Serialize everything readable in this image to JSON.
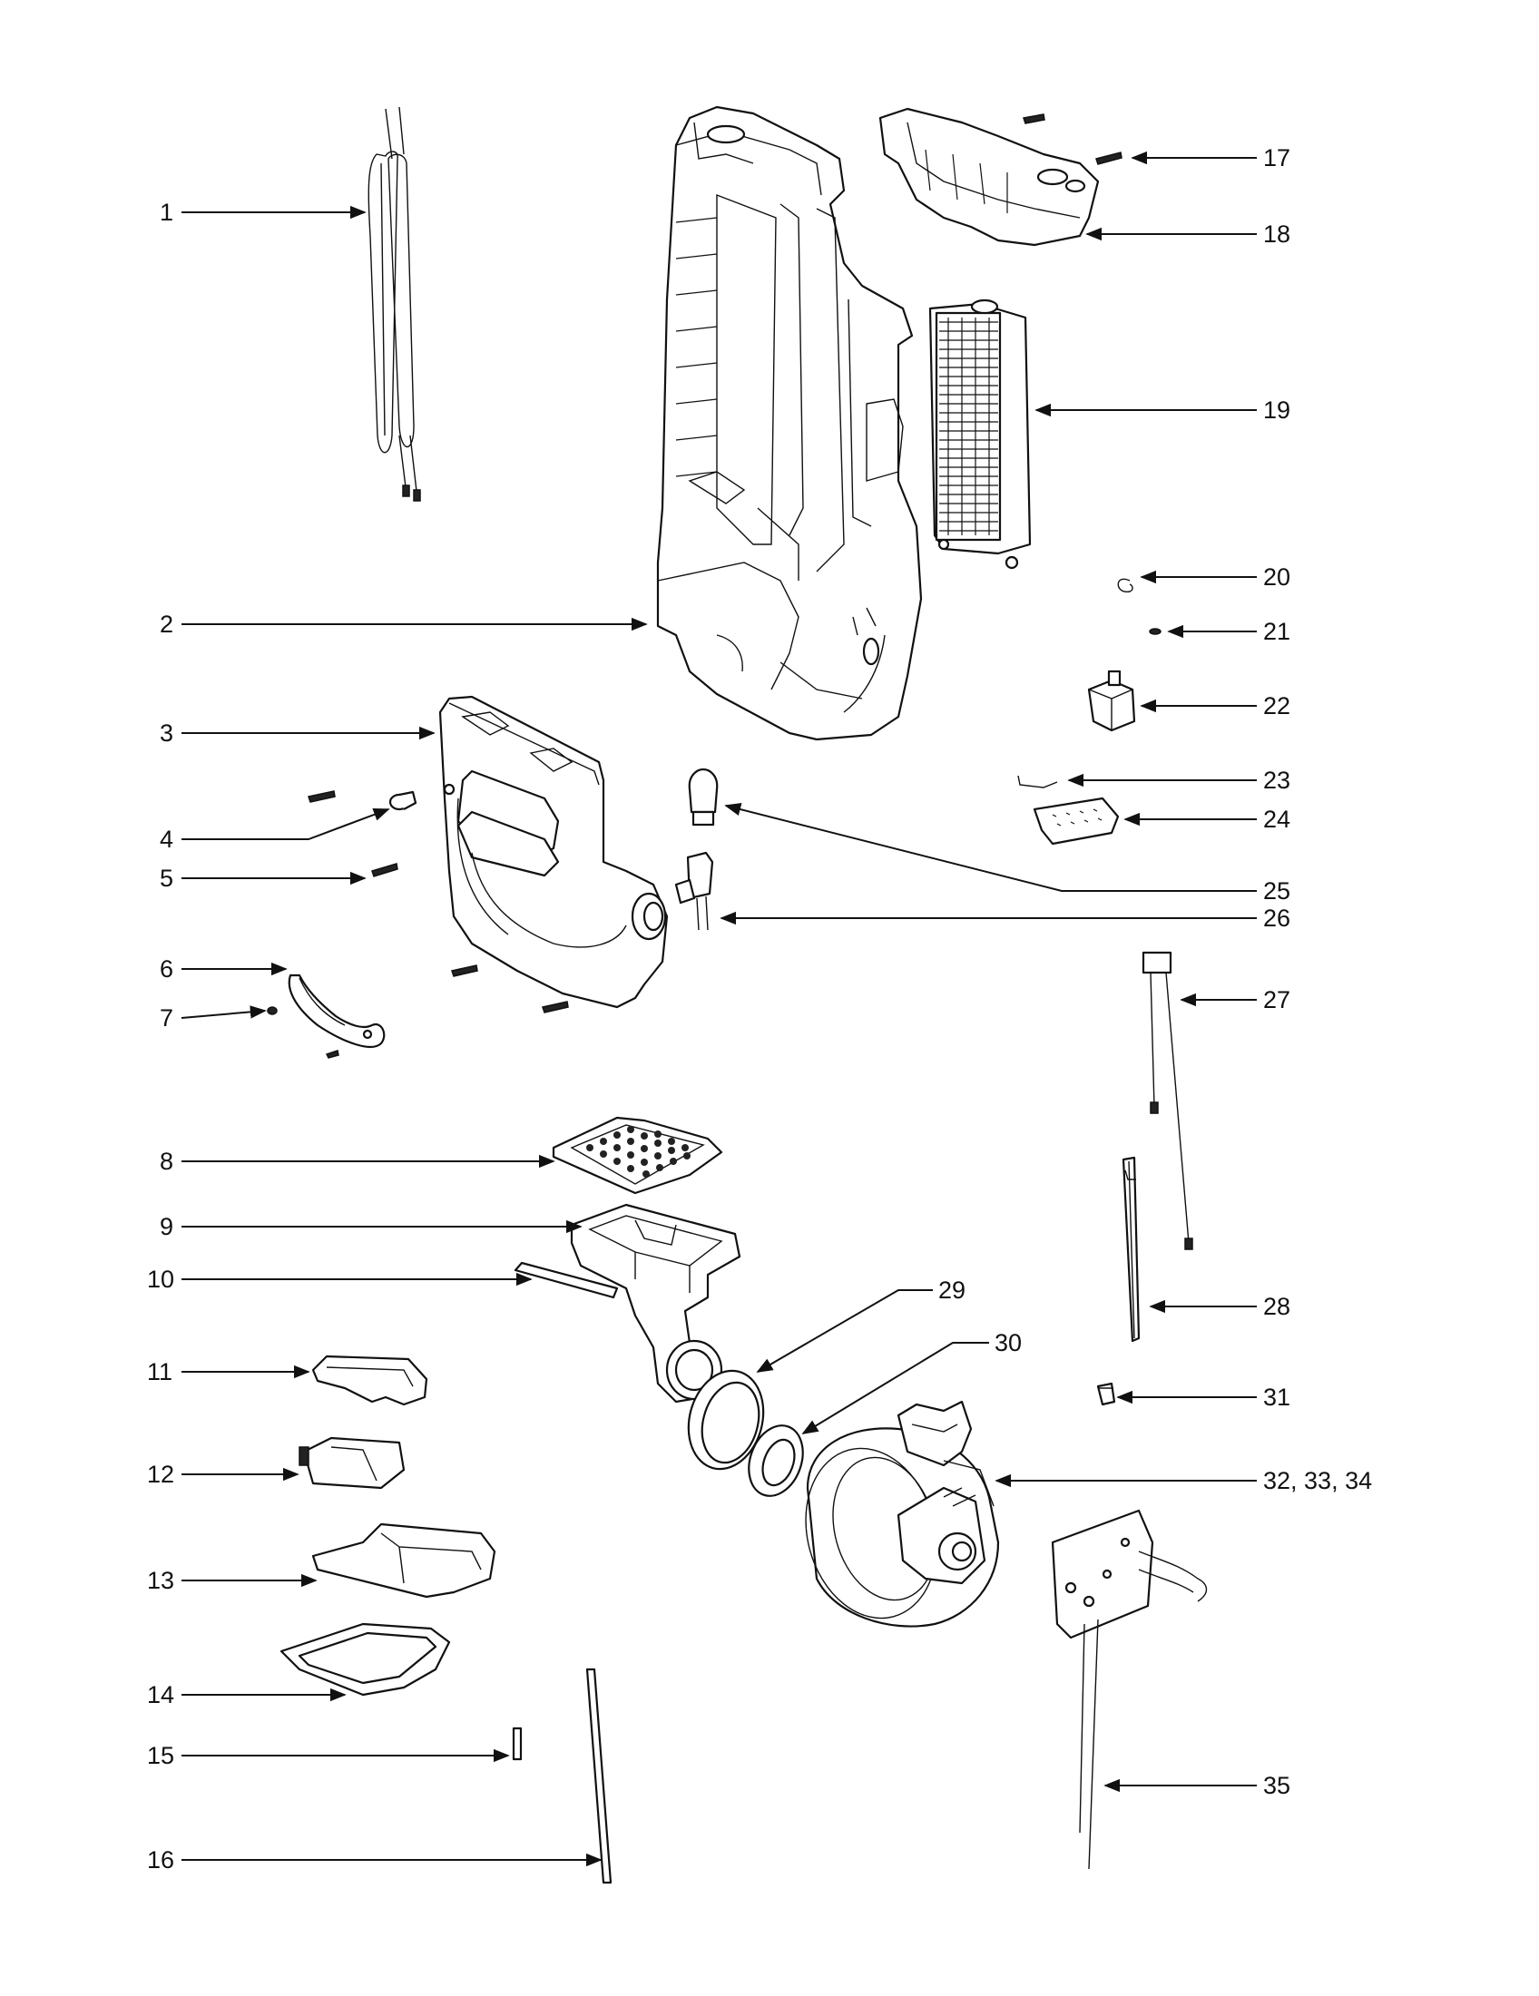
{
  "callouts": [
    {
      "id": "c1",
      "label": "1"
    },
    {
      "id": "c2",
      "label": "2"
    },
    {
      "id": "c3",
      "label": "3"
    },
    {
      "id": "c4",
      "label": "4"
    },
    {
      "id": "c5",
      "label": "5"
    },
    {
      "id": "c6",
      "label": "6"
    },
    {
      "id": "c7",
      "label": "7"
    },
    {
      "id": "c8",
      "label": "8"
    },
    {
      "id": "c9",
      "label": "9"
    },
    {
      "id": "c10",
      "label": "10"
    },
    {
      "id": "c11",
      "label": "11"
    },
    {
      "id": "c12",
      "label": "12"
    },
    {
      "id": "c13",
      "label": "13"
    },
    {
      "id": "c14",
      "label": "14"
    },
    {
      "id": "c15",
      "label": "15"
    },
    {
      "id": "c16",
      "label": "16"
    },
    {
      "id": "c17",
      "label": "17"
    },
    {
      "id": "c18",
      "label": "18"
    },
    {
      "id": "c19",
      "label": "19"
    },
    {
      "id": "c20",
      "label": "20"
    },
    {
      "id": "c21",
      "label": "21"
    },
    {
      "id": "c22",
      "label": "22"
    },
    {
      "id": "c23",
      "label": "23"
    },
    {
      "id": "c24",
      "label": "24"
    },
    {
      "id": "c25",
      "label": "25"
    },
    {
      "id": "c26",
      "label": "26"
    },
    {
      "id": "c27",
      "label": "27"
    },
    {
      "id": "c28",
      "label": "28"
    },
    {
      "id": "c29",
      "label": "29"
    },
    {
      "id": "c30",
      "label": "30"
    },
    {
      "id": "c31",
      "label": "31"
    },
    {
      "id": "c32",
      "label": "32, 33, 34"
    },
    {
      "id": "c35",
      "label": "35"
    }
  ]
}
